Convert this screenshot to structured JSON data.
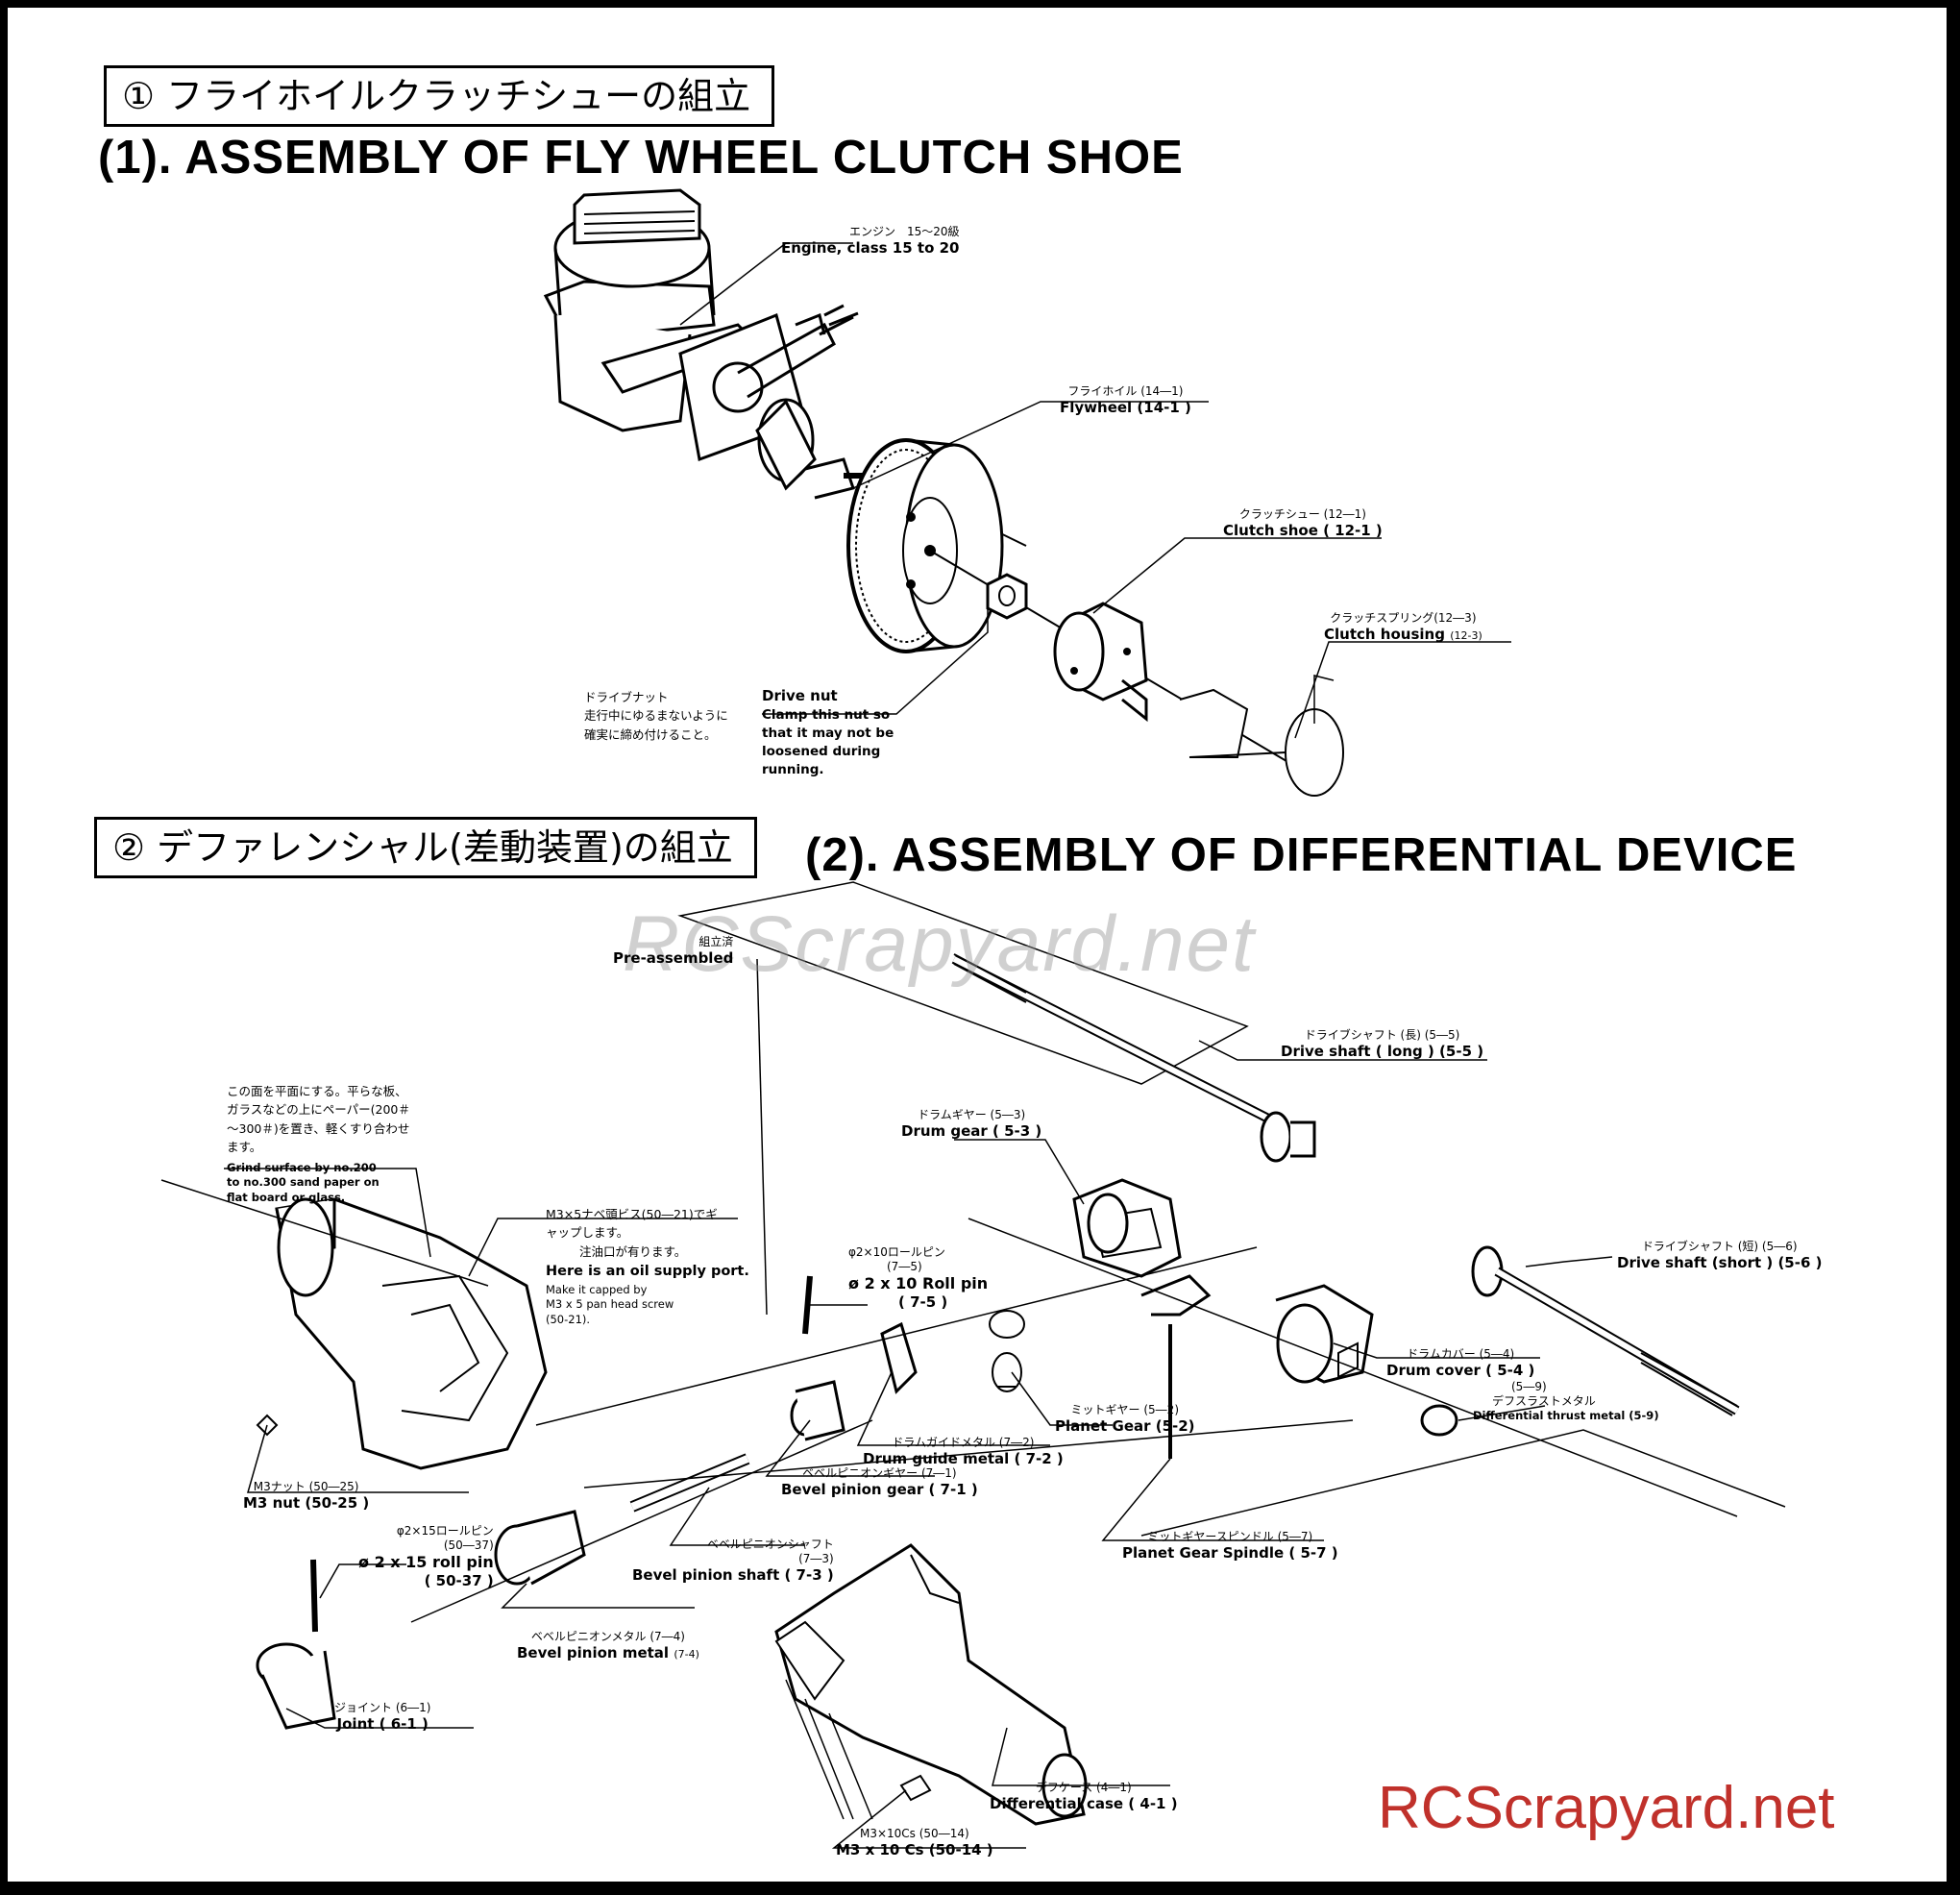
{
  "section1": {
    "jp_heading": "① フライホイルクラッチシューの組立",
    "en_heading": "(1).  ASSEMBLY OF FLY WHEEL CLUTCH SHOE",
    "labels": {
      "engine": {
        "jp": "エンジン　15～20級",
        "en": "Engine, class 15 to 20"
      },
      "flywheel": {
        "jp": "フライホイル (14―1)",
        "en": "Flywheel (14-1 )"
      },
      "clutch_shoe": {
        "jp": "クラッチシュー (12―1)",
        "en": "Clutch shoe ( 12-1 )"
      },
      "clutch_housing": {
        "jp": "クラッチスプリング(12―3)",
        "en": "Clutch housing",
        "en_small": "(12-3)"
      },
      "drive_nut": {
        "jp_title": "ドライブナット",
        "jp_line1": "走行中にゆるまないように",
        "jp_line2": "確実に締め付けること。",
        "en_title": "Drive nut",
        "en_line1": "Clamp this nut so",
        "en_line2": "that it may not be",
        "en_line3": "loosened during",
        "en_line4": "running."
      }
    }
  },
  "section2": {
    "jp_heading": "② デファレンシャル(差動装置)の組立",
    "en_heading": "(2).  ASSEMBLY OF DIFFERENTIAL DEVICE",
    "labels": {
      "pre_assembled": {
        "jp": "組立済",
        "en": "Pre-assembled"
      },
      "drive_shaft_long": {
        "jp": "ドライブシャフト (長) (5―5)",
        "en": "Drive shaft ( long ) (5-5 )"
      },
      "drum_gear": {
        "jp": "ドラムギヤー (5―3)",
        "en": "Drum gear ( 5-3 )"
      },
      "drive_shaft_short": {
        "jp": "ドライブシャフト (短) (5―6)",
        "en": "Drive shaft (short ) (5-6 )"
      },
      "drum_cover": {
        "jp": "ドラムカバー (5―4)",
        "en": "Drum cover ( 5-4 )"
      },
      "diff_thrust_metal": {
        "jp_num": "(5―9)",
        "jp": "デフスラストメタル",
        "en": "Differential thrust metal (5-9)"
      },
      "planet_gear": {
        "jp": "ミットギヤー (5―2)",
        "en": "Planet Gear (5-2)"
      },
      "roll_pin_2x10": {
        "jp1": "φ2×10ロールピン",
        "jp2": "(7―5)",
        "en1": "ø 2 x 10 Roll pin",
        "en2": "( 7-5 )"
      },
      "drum_guide_metal": {
        "jp": "ドラムガイドメタル (7―2)",
        "en": "Drum guide metal ( 7-2 )"
      },
      "bevel_pinion_gear": {
        "jp": "ベベルピニオンギヤー (7―1)",
        "en": "Bevel pinion gear ( 7-1 )"
      },
      "planet_gear_spindle": {
        "jp": "ミットギヤースピンドル (5―7)",
        "en": "Planet Gear Spindle ( 5-7 )"
      },
      "bevel_pinion_shaft": {
        "jp1": "ベベルピニオンシャフト",
        "jp2": "(7―3)",
        "en": "Bevel pinion shaft ( 7-3 )"
      },
      "m3_nut": {
        "jp": "M3ナット (50―25)",
        "en": "M3 nut (50-25 )"
      },
      "roll_pin_2x15": {
        "jp1": "φ2×15ロールピン",
        "jp2": "(50―37)",
        "en1": "ø 2 x 15 roll pin",
        "en2": "( 50-37 )"
      },
      "bevel_pinion_metal": {
        "jp": "ベベルピニオンメタル (7―4)",
        "en": "Bevel pinion metal",
        "en_small": "(7-4)"
      },
      "joint": {
        "jp": "ジョイント (6―1)",
        "en": "Joint ( 6-1 )"
      },
      "differential_case": {
        "jp": "デフケース (4―1)",
        "en": "Differential case ( 4-1 )"
      },
      "m3x10cs": {
        "jp": "M3×10Cs (50―14)",
        "en": "M3 x 10 Cs (50-14 )"
      }
    },
    "notes": {
      "grind": {
        "jp1": "この面を平面にする。平らな板、",
        "jp2": "ガラスなどの上にペーパー(200＃",
        "jp3": "～300＃)を置き、軽くすり合わせ",
        "jp4": "ます。",
        "en1": "Grind surface by no.200",
        "en2": "to no.300 sand paper on",
        "en3": "flat board or glass."
      },
      "oil": {
        "jp1": "M3×5ナベ頭ビス(50―21)でギ",
        "jp2": "ャップします。",
        "jp3": "注油口が有ります。",
        "en1": "Here is an oil supply port.",
        "en2": "Make it capped by",
        "en3": "M3 x 5 pan head screw",
        "en4": "(50-21)."
      }
    }
  },
  "watermarks": {
    "center": "RCScrapyard.net",
    "corner": "RCScrapyard.net"
  },
  "colors": {
    "page": "#ffffff",
    "border": "#000000",
    "ink": "#000000",
    "watermark_corner": "#c0312b"
  }
}
